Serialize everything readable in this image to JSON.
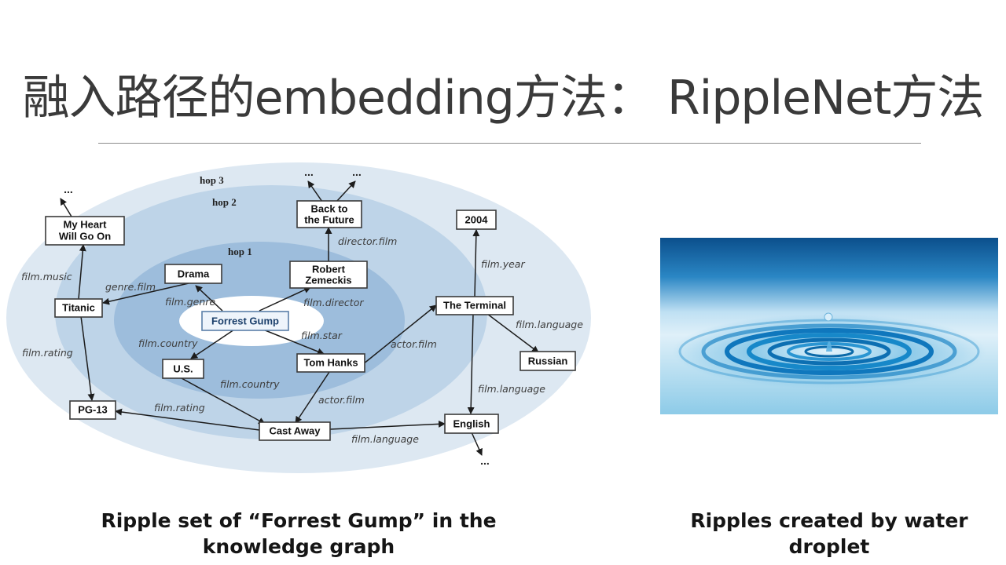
{
  "slide": {
    "title": "融入路径的embedding方法： RippleNet方法",
    "caption_left": "Ripple set of “Forrest Gump” in the knowledge graph",
    "caption_right": "Ripples created by water droplet"
  },
  "diagram": {
    "hops": [
      "hop 3",
      "hop 2",
      "hop 1"
    ],
    "nodes": {
      "forrest_gump": "Forrest Gump",
      "drama": "Drama",
      "robert_zemeckis_1": "Robert",
      "robert_zemeckis_2": "Zemeckis",
      "us": "U.S.",
      "tom_hanks": "Tom Hanks",
      "my_heart_1": "My Heart",
      "my_heart_2": "Will Go On",
      "titanic": "Titanic",
      "pg13": "PG-13",
      "cast_away": "Cast Away",
      "back_to_future_1": "Back to",
      "back_to_future_2": "the Future",
      "y2004": "2004",
      "the_terminal": "The Terminal",
      "russian": "Russian",
      "english": "English"
    },
    "edge_labels": {
      "film_music": "film.music",
      "genre_film": "genre.film",
      "film_genre": "film.genre",
      "film_rating_1": "film.rating",
      "film_country_1": "film.country",
      "film_country_2": "film.country",
      "film_rating_2": "film.rating",
      "director_film": "director.film",
      "film_director": "film.director",
      "film_star": "film.star",
      "actor_film_1": "actor.film",
      "actor_film_2": "actor.film",
      "film_year": "film.year",
      "film_language_1": "film.language",
      "film_language_2": "film.language",
      "film_language_3": "film.language"
    },
    "ellipsis": "..."
  }
}
